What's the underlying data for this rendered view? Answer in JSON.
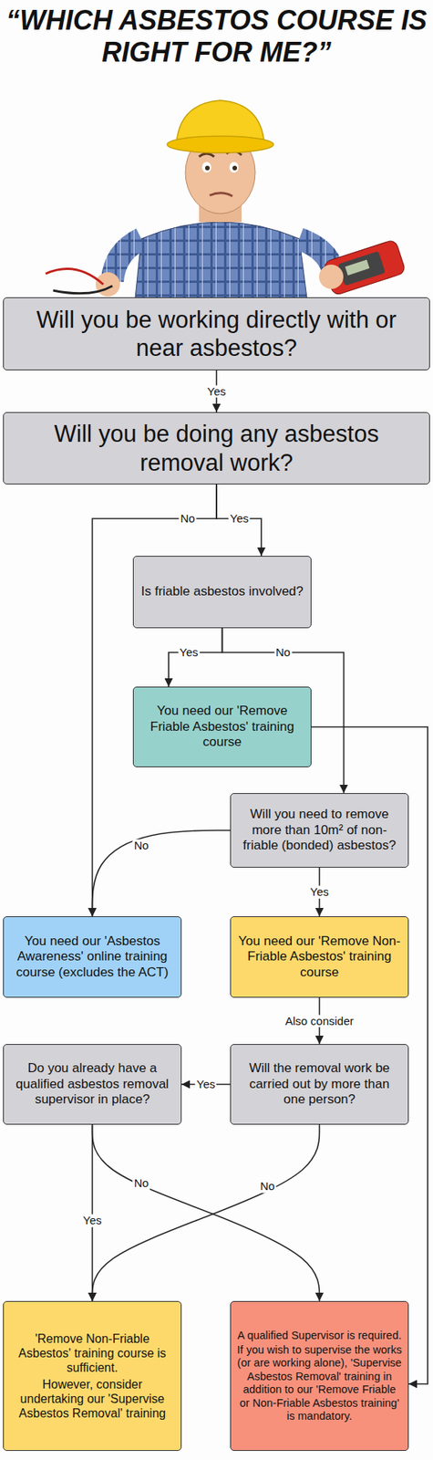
{
  "diagram": {
    "title": "“WHICH ASBESTOS COURSE IS RIGHT FOR ME?”",
    "nodes": [
      {
        "text": [
          "Will you be working directly with or near asbestos?"
        ]
      },
      {
        "text": [
          "Will you be doing any asbestos removal work?"
        ]
      },
      {
        "text": [
          "Is friable asbestos involved?"
        ]
      },
      {
        "text": [
          "You need our 'Remove Friable Asbestos' training course"
        ]
      },
      {
        "text": [
          "Will you need to remove more than 10m² of non-friable (bonded) asbestos?"
        ]
      },
      {
        "text": [
          "You need our 'Asbestos Awareness' online training course (excludes the ACT)"
        ]
      },
      {
        "text": [
          "You need our 'Remove Non-Friable Asbestos' training course"
        ]
      },
      {
        "text": [
          "Do you already have a qualified asbestos removal supervisor in place?"
        ]
      },
      {
        "text": [
          "Will the removal work be carried out by more than one person?"
        ]
      },
      {
        "text": [
          "'Remove Non-Friable Asbestos' training course is sufficient.",
          "However, consider undertaking our 'Supervise Asbestos Removal' training"
        ]
      },
      {
        "text": [
          "A qualified Supervisor is required.",
          "If you wish to supervise the works (or are working alone), 'Supervise Asbestos Removal' training in addition to our 'Remove Friable or Non-Friable Asbestos training' is mandatory."
        ]
      }
    ],
    "edges": [
      {
        "from": 0,
        "to": 1,
        "label": "Yes",
        "arrow": "to"
      },
      {
        "from": 1,
        "to": 5,
        "label": "No",
        "arrow": "to"
      },
      {
        "from": 1,
        "to": 2,
        "label": "Yes",
        "arrow": "to"
      },
      {
        "from": 2,
        "to": 3,
        "label": "Yes",
        "arrow": "to"
      },
      {
        "from": 2,
        "to": 4,
        "label": "No",
        "arrow": "to"
      },
      {
        "from": 3,
        "to": 10,
        "arrow": "to"
      },
      {
        "from": 4,
        "to": 5,
        "label": "No",
        "arrow": "to"
      },
      {
        "from": 4,
        "to": 6,
        "label": "Yes",
        "arrow": "to"
      },
      {
        "from": 6,
        "to": 8,
        "label": "Also consider",
        "arrow": "to"
      },
      {
        "from": 8,
        "to": 7,
        "label": "Yes",
        "arrow": "to"
      },
      {
        "from": 7,
        "to": 9,
        "label": "Yes",
        "arrow": "to"
      },
      {
        "from": 7,
        "to": 10,
        "label": "No",
        "arrow": "to"
      },
      {
        "from": 8,
        "to": 9,
        "label": "No",
        "arrow": "to"
      }
    ]
  }
}
